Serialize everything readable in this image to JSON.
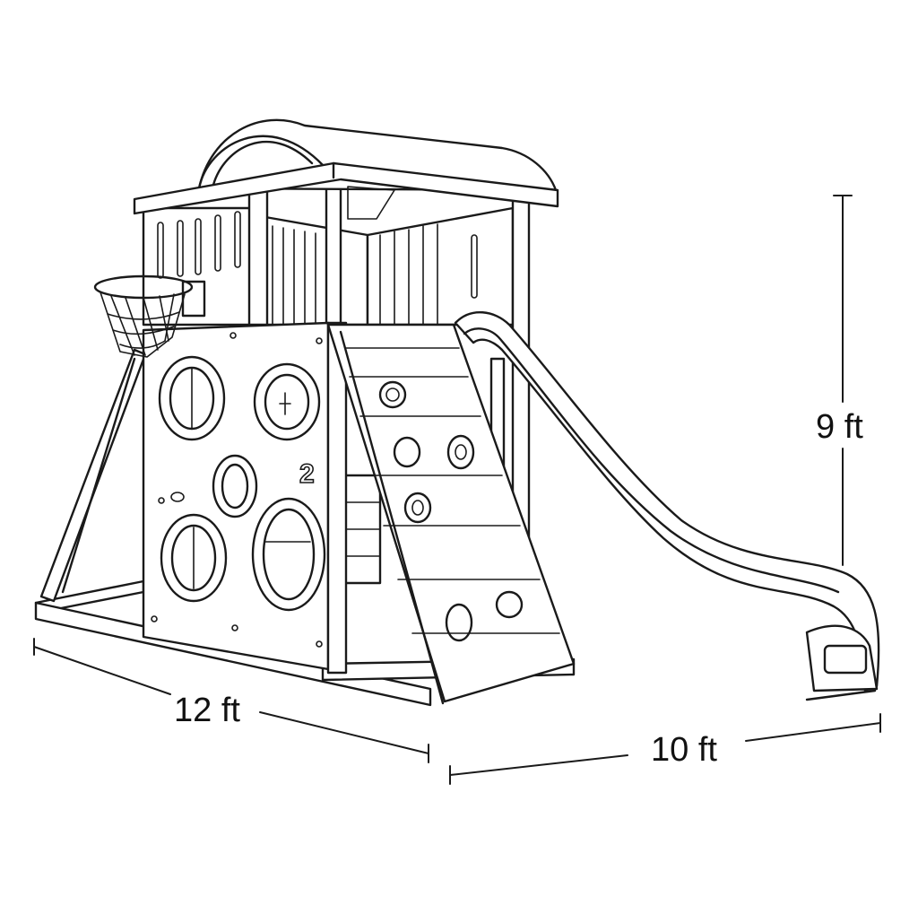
{
  "dimensions": {
    "width_label": "12 ft",
    "depth_label": "10 ft",
    "height_label": "9 ft"
  },
  "panel": {
    "number_label": "2"
  }
}
